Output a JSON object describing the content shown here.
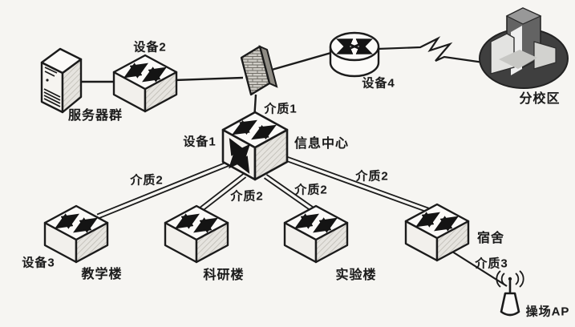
{
  "diagram_type": "campus-network-topology",
  "nodes": {
    "server_cluster": "服务器群",
    "device1": "设备1",
    "device2": "设备2",
    "device3": "设备3",
    "device4": "设备4",
    "info_center": "信息中心",
    "teaching_building": "教学楼",
    "research_building": "科研楼",
    "lab_building": "实验楼",
    "dormitory": "宿舍",
    "branch_campus": "分校区",
    "playground_ap": "操场AP"
  },
  "links": {
    "medium1": "介质1",
    "medium2": "介质2",
    "medium3": "介质3"
  },
  "icons": {
    "server": "server-tower-icon",
    "switch": "switch-icon",
    "core_switch": "core-switch-cube-icon",
    "router": "router-cylinder-icon",
    "firewall": "firewall-brick-panel-icon",
    "campus": "campus-buildings-icon",
    "ap": "wireless-ap-antenna-icon",
    "wan": "lightning-bolt-link-icon"
  },
  "colors": {
    "background": "#f6f5f2",
    "ink": "#1b1b1b",
    "shade_fill": "#e4e2dd",
    "firewall_fill": "#cfccc6",
    "campus_fill": "#3f3f3f"
  }
}
